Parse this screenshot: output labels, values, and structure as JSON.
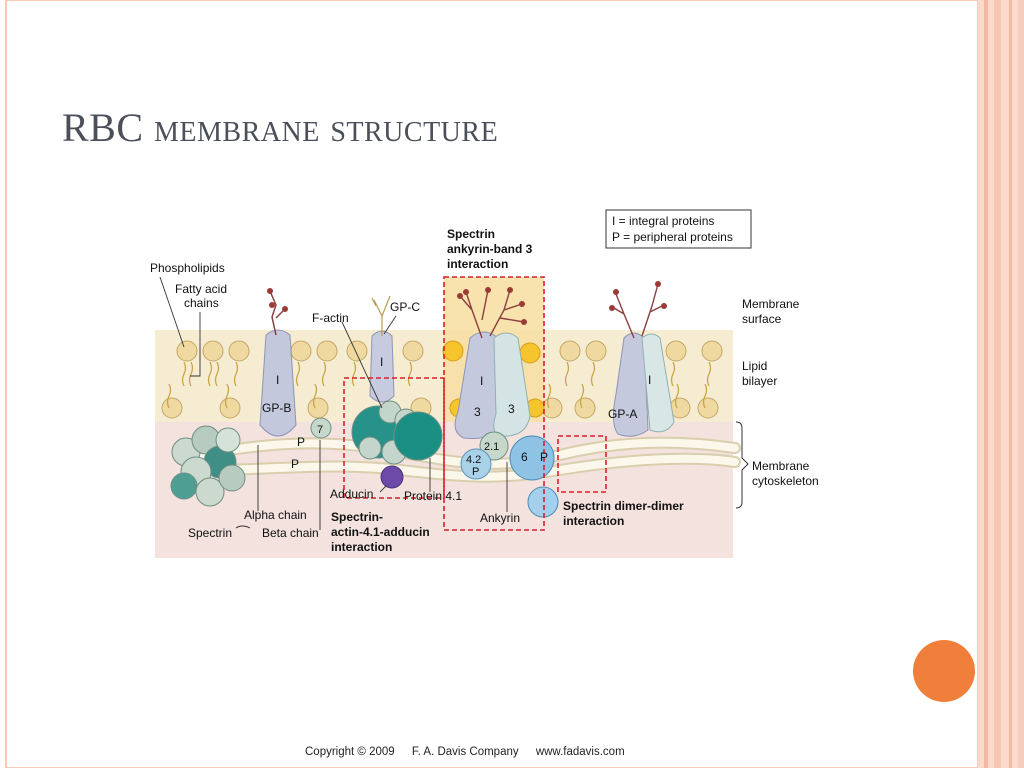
{
  "slide": {
    "title": "RBC membrane structure",
    "accent": "#f07f3c",
    "border": "#f4b9a2"
  },
  "diagram": {
    "legend": [
      "I = integral proteins",
      "P = peripheral proteins"
    ],
    "labels": {
      "phospholipids": "Phospholipids",
      "fatty_acid_line1": "Fatty acid",
      "fatty_acid_line2": "chains",
      "f_actin": "F-actin",
      "gp_c": "GP-C",
      "gp_b": "GP-B",
      "gp_a": "GP-A",
      "integral": "I",
      "band3": "3",
      "band7": "7",
      "band21": "2.1",
      "band42": "4.2",
      "band6": "6",
      "peripheral": "P",
      "membrane_surface_line1": "Membrane",
      "membrane_surface_line2": "surface",
      "lipid_bilayer_line1": "Lipid",
      "lipid_bilayer_line2": "bilayer",
      "membrane_cytoskeleton_line1": "Membrane",
      "membrane_cytoskeleton_line2": "cytoskeleton",
      "spectrin_ankyrin_line1": "Spectrin",
      "spectrin_ankyrin_line2": "ankyrin-band 3",
      "spectrin_ankyrin_line3": "interaction",
      "adducin": "Adducin",
      "protein41": "Protein 4.1",
      "ankyrin": "Ankyrin",
      "alpha_chain": "Alpha chain",
      "beta_chain": "Beta chain",
      "spectrin": "Spectrin",
      "spectrin_actin_line1": "Spectrin-",
      "spectrin_actin_line2": "actin-4.1-adducin",
      "spectrin_actin_line3": "interaction",
      "dimer_line1": "Spectrin dimer-dimer",
      "dimer_line2": "interaction"
    }
  },
  "footer": {
    "copyright": "Copyright © 2009",
    "company": "F. A. Davis Company",
    "website": "www.fadavis.com"
  }
}
